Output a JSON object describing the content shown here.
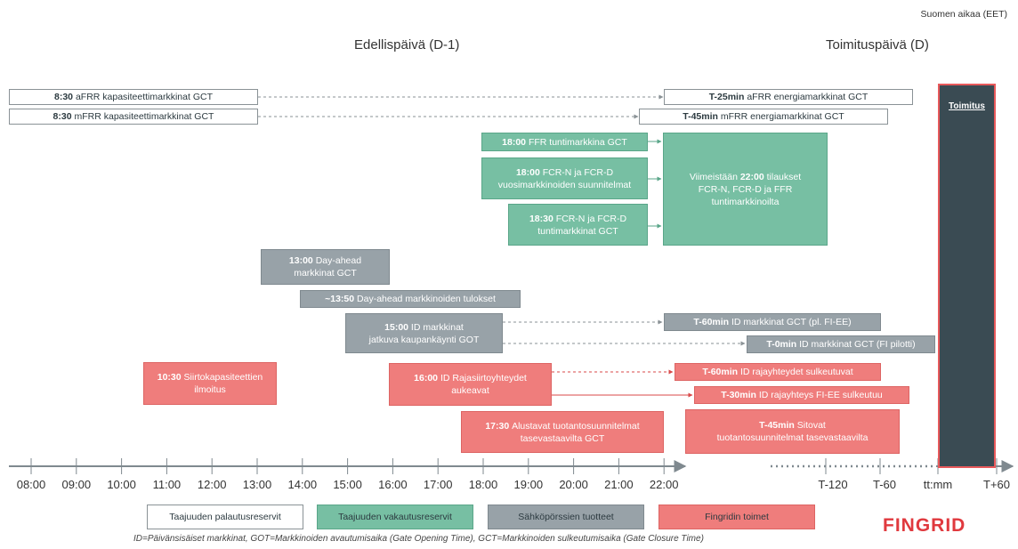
{
  "header": {
    "timezone": "Suomen aikaa (EET)",
    "day_before": "Edellispäivä (D-1)",
    "delivery_day": "Toimituspäivä (D)"
  },
  "boxes": {
    "afrr_cap": {
      "time": "8:30",
      "text": "aFRR kapasiteettimarkkinat GCT"
    },
    "mfrr_cap": {
      "time": "8:30",
      "text": "mFRR kapasiteettimarkkinat GCT"
    },
    "afrr_energy": {
      "time": "T-25min",
      "text": "aFRR energiamarkkinat GCT"
    },
    "mfrr_energy": {
      "time": "T-45min",
      "text": "mFRR energiamarkkinat GCT"
    },
    "delivery": {
      "text": "Toimitus"
    },
    "ffr": {
      "time": "18:00",
      "text": "FFR tuntimarkkina GCT"
    },
    "fcr_year": {
      "time": "18:00",
      "line1": "FCR-N ja FCR-D",
      "line2": "vuosimarkkinoiden suunnitelmat"
    },
    "fcr_hour": {
      "time": "18:30",
      "line1": "FCR-N ja FCR-D",
      "line2": "tuntimarkkinat GCT"
    },
    "orders": {
      "pre": "Viimeistään",
      "time": "22:00",
      "post": "tilaukset",
      "line2": "FCR-N, FCR-D ja FFR",
      "line3": "tuntimarkkinoilta"
    },
    "dayahead": {
      "time": "13:00",
      "line1": "Day-ahead",
      "line2": "markkinat GCT"
    },
    "dayahead_results": {
      "time": "~13:50",
      "text": "Day-ahead markkinoiden tulokset"
    },
    "id_markets": {
      "time": "15:00",
      "line1": "ID markkinat",
      "line2": "jatkuva kaupankäynti GOT"
    },
    "id_gct": {
      "time": "T-60min",
      "text": "ID markkinat GCT (pl. FI-EE)"
    },
    "id_gct_pilot": {
      "time": "T-0min",
      "text": "ID markkinat GCT (FI pilotti)"
    },
    "transfer_cap": {
      "time": "10:30",
      "line1": "Siirtokapasiteettien",
      "line2": "ilmoitus"
    },
    "border_open": {
      "time": "16:00",
      "line1": "ID Rajasiirtoyhteydet",
      "line2": "aukeavat"
    },
    "border_close": {
      "time": "T-60min",
      "text": "ID rajayhteydet sulkeutuvat"
    },
    "border_fiee": {
      "time": "T-30min",
      "text": "ID rajayhteys FI-EE sulkeutuu"
    },
    "prelim_plans": {
      "time": "17:30",
      "line1": "Alustavat tuotantosuunnitelmat",
      "line2": "tasevastaavilta GCT"
    },
    "binding_plans": {
      "time": "T-45min",
      "line1": "Sitovat",
      "line2": "tuotantosuunnitelmat tasevastaavilta"
    }
  },
  "axis": {
    "ticks": [
      "08:00",
      "09:00",
      "10:00",
      "11:00",
      "12:00",
      "13:00",
      "14:00",
      "15:00",
      "16:00",
      "17:00",
      "18:00",
      "19:00",
      "20:00",
      "21:00",
      "22:00"
    ],
    "delivery_ticks": [
      "T-120",
      "T-60",
      "tt:mm",
      "T+60"
    ]
  },
  "legend": {
    "frr": "Taajuuden palautusreservit",
    "fcr": "Taajuuden vakautusreservit",
    "exchange": "Sähköpörssien tuotteet",
    "fingrid": "Fingridin toimet"
  },
  "footnote": "ID=Päivänsisäiset markkinat, GOT=Markkinoiden avautumisaika (Gate Opening Time), GCT=Markkinoiden sulkeutumisaika (Gate Closure Time)",
  "logo": "FINGRID",
  "colors": {
    "frr": "#ffffff",
    "fcr": "#77bfa3",
    "exchange": "#98a2a8",
    "fingrid": "#ef7d7c",
    "delivery": "#3a4b53",
    "logo": "#e0393e"
  }
}
